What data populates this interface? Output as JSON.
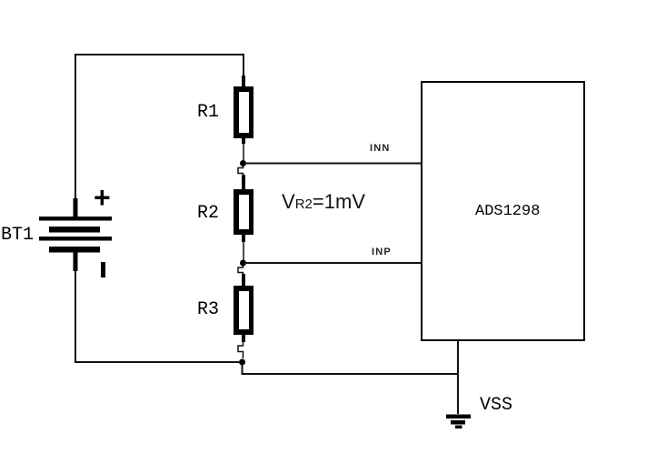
{
  "diagram": {
    "background": "#ffffff",
    "ink": "#000000",
    "battery": {
      "label": "BT1",
      "plus_sign": "+",
      "minus_sign": "-"
    },
    "resistors": {
      "r1": "R1",
      "r2": "R2",
      "r3": "R3"
    },
    "chip": {
      "label": "ADS1298"
    },
    "pins": {
      "inn": "INN",
      "inp": "INP"
    },
    "ground": {
      "label": "VSS"
    },
    "annotation": {
      "prefix": "V",
      "subscript": "R2",
      "value": "=1mV"
    }
  }
}
